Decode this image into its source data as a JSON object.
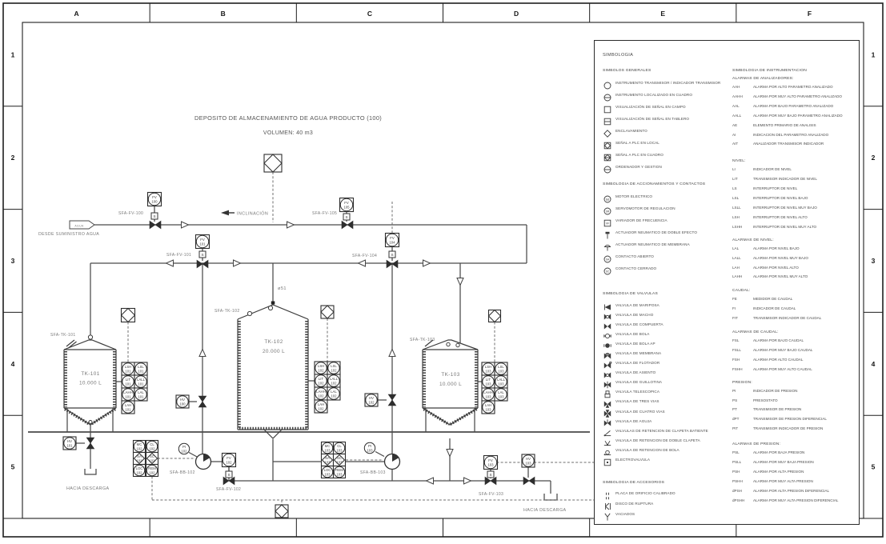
{
  "frame": {
    "cols": [
      "A",
      "B",
      "C",
      "D",
      "E",
      "F"
    ],
    "rows": [
      "1",
      "2",
      "3",
      "4",
      "5"
    ]
  },
  "title": {
    "line1": "DEPOSITO DE ALMACENAMIENTO DE AGUA PRODUCTO (100)",
    "line2": "VOLUMEN: 40 m3"
  },
  "diagram": {
    "s_label": "S",
    "labels": [
      "DESDE SUMINISTRO AGUA",
      "AGUA",
      "SFA-FV-100",
      "INCLINACIÓN",
      "SFA-FV-105",
      "SFA-FV-101",
      "SFA-FV-104",
      "SFA-TK-101",
      "SFA-TK-102",
      "SFA-TK-103",
      "TK-101",
      "10.000 L",
      "TK-102",
      "20.000 L",
      "TK-103",
      "10.000 L",
      "ø51",
      "SFA-BB-102",
      "SFA-BB-103",
      "SFA-FV-102",
      "SFA-FV-103",
      "HACIA DESCARGA",
      "HACIA DESCARGA"
    ],
    "bubbles": [
      {
        "l1": "FV",
        "l2": "100"
      },
      {
        "l1": "FV",
        "l2": "101"
      },
      {
        "l1": "FV",
        "l2": "105"
      },
      {
        "l1": "FV",
        "l2": "104"
      },
      {
        "l1": "FV",
        "l2": "102"
      },
      {
        "l1": "FV",
        "l2": "103"
      },
      {
        "l1": "HV",
        "l2": "100"
      },
      {
        "l1": "HV",
        "l2": "102"
      },
      {
        "l1": "HV",
        "l2": "101"
      },
      {
        "l1": "HV",
        "l2": "103"
      },
      {
        "l1": "PI",
        "l2": "102"
      },
      {
        "l1": "PI",
        "l2": "103"
      },
      {
        "l1": "LSH",
        "l2": "101"
      },
      {
        "l1": "LSL",
        "l2": "101"
      },
      {
        "l1": "LIT",
        "l2": "101"
      },
      {
        "l1": "LALL",
        "l2": "101"
      },
      {
        "l1": "LAHH",
        "l2": "101"
      },
      {
        "l1": "LAL",
        "l2": "101"
      },
      {
        "l1": "LAH",
        "l2": "101"
      },
      {
        "l1": "LSH",
        "l2": "102"
      },
      {
        "l1": "LSL",
        "l2": "102"
      },
      {
        "l1": "LIT",
        "l2": "102"
      },
      {
        "l1": "LALL",
        "l2": "102"
      },
      {
        "l1": "LAHH",
        "l2": "102"
      },
      {
        "l1": "LAL",
        "l2": "102"
      },
      {
        "l1": "LAH",
        "l2": "102"
      },
      {
        "l1": "LSH",
        "l2": "103"
      },
      {
        "l1": "LSL",
        "l2": "103"
      },
      {
        "l1": "LIT",
        "l2": "103"
      },
      {
        "l1": "LALL",
        "l2": "103"
      },
      {
        "l1": "LAHH",
        "l2": "103"
      },
      {
        "l1": "LAL",
        "l2": "103"
      },
      {
        "l1": "LAH",
        "l2": "103"
      },
      {
        "l1": "MC",
        "l2": "102"
      },
      {
        "l1": "CL",
        "l2": "102"
      },
      {
        "l1": "SA",
        "l2": "102"
      },
      {
        "l1": "SC",
        "l2": "102"
      },
      {
        "l1": "LOC",
        "l2": "102"
      },
      {
        "l1": "REM",
        "l2": "102"
      },
      {
        "l1": "MC",
        "l2": "103"
      },
      {
        "l1": "CL",
        "l2": "103"
      },
      {
        "l1": "SA",
        "l2": "103"
      },
      {
        "l1": "SC",
        "l2": "103"
      },
      {
        "l1": "LOC",
        "l2": "103"
      },
      {
        "l1": "REM",
        "l2": "103"
      }
    ]
  },
  "legend": {
    "title": "SIMBOLOGIA",
    "left_sections": [
      {
        "heading": "SIMBOLOS GENERALES",
        "items": [
          {
            "glyph": "circle",
            "label": "INSTRUMENTO TRANSMISOR / INDICADOR TRANSMISOR"
          },
          {
            "glyph": "circle-h",
            "label": "INSTRUMENTO LOCALIZADO EN CUADRO"
          },
          {
            "glyph": "square",
            "label": "VISUALIZACIÓN DE SEÑAL EN CAMPO"
          },
          {
            "glyph": "square-h",
            "label": "VISUALIZACIÓN DE SEÑAL EN TABLERO"
          },
          {
            "glyph": "diamond",
            "label": "ENCLAVAMIENTO"
          },
          {
            "glyph": "sq-diamond",
            "label": "SEÑAL A PLC EN LOCAL"
          },
          {
            "glyph": "sq-diamond-h",
            "label": "SEÑAL A PLC EN CUADRO"
          },
          {
            "glyph": "circle-h",
            "label": "ORDENADOR Y GESTION"
          }
        ]
      },
      {
        "heading": "SIMBOLOGIA DE ACCIONAMIENTOS Y CONTACTOS",
        "items": [
          {
            "glyph": "circ-M",
            "label": "MOTOR ELECTRICO"
          },
          {
            "glyph": "circ-SR",
            "label": "SERVOMOTOR DE REGULACION"
          },
          {
            "glyph": "box-VF",
            "label": "VARIADOR DE FRECUENCIA"
          },
          {
            "glyph": "piston",
            "label": "ACTUADOR NEUMATICO DE DOBLE EFECTO"
          },
          {
            "glyph": "membrane",
            "label": "ACTUADOR NEUMATICO DE MEMBRANA"
          },
          {
            "glyph": "circ-SA",
            "label": "CONTACTO ABIERTO"
          },
          {
            "glyph": "circ-SC",
            "label": "CONTACTO CERRADO"
          }
        ]
      },
      {
        "heading": "SIMBOLOGIA DE VALVULAS",
        "items": [
          {
            "glyph": "bfly",
            "label": "VALVULA DE MARIPOSA"
          },
          {
            "glyph": "bowtie-dot",
            "label": "VALVULA DE MACHO"
          },
          {
            "glyph": "bowtie",
            "label": "VALVULA DE COMPUERTA"
          },
          {
            "glyph": "ball",
            "label": "VALVULA DE BOLA"
          },
          {
            "glyph": "ball-f",
            "label": "VALVULA DE BOLA AP"
          },
          {
            "glyph": "bowtie-dome",
            "label": "VALVULA DE MEMBRANA"
          },
          {
            "glyph": "bowtie-float",
            "label": "VALVULA DE FLOTADOR"
          },
          {
            "glyph": "bowtie-dot",
            "label": "VALVULA DE ASIENTO"
          },
          {
            "glyph": "bowtie-knife",
            "label": "VALVULA DE GUILLOTINA"
          },
          {
            "glyph": "tele",
            "label": "VALVULA TELESCOPICA"
          },
          {
            "glyph": "tri3",
            "label": "VALVULA DE TRES VIAS"
          },
          {
            "glyph": "tri4",
            "label": "VALVULA DE CUATRO VIAS"
          },
          {
            "glyph": "bowtie-needle",
            "label": "VALVULA DE AGUJA"
          },
          {
            "glyph": "check1",
            "label": "VALVULAS DE RETENCION DE CLAPETA BATIENTE"
          },
          {
            "glyph": "check2",
            "label": "VALVULA DE RETENCION DE DOBLE CLAPETA"
          },
          {
            "glyph": "checkb",
            "label": "VALVULA DE RETENCION DE BOLA"
          },
          {
            "glyph": "sq-dot",
            "label": "ELECTROVALVULA"
          }
        ]
      },
      {
        "heading": "SIMBOLOGIA DE ACCESORIOS",
        "items": [
          {
            "glyph": "orifice",
            "label": "PLACA DE ORIFICIO CALIBRADO"
          },
          {
            "glyph": "disc",
            "label": "DISCO DE RUPTURA"
          },
          {
            "glyph": "drainy",
            "label": "VACIADOS"
          }
        ]
      }
    ],
    "right_title": "SIMBOLOGIA DE INSTRUMENTACION",
    "right_sections": [
      {
        "heading": "ALARMAS DE ANALIZADORES:",
        "rows": [
          [
            "AAH",
            "ALARMA POR ALTO PARAMETRO ANALIZADO"
          ],
          [
            "AAHH",
            "ALARMA POR MUY ALTO PARAMETRO ANALIZADO"
          ],
          [
            "AAL",
            "ALARMA POR BAJO PARAMETRO ANALIZADO"
          ],
          [
            "AALL",
            "ALARMA POR MUY BAJO PARAMETRO ANALIZADO"
          ],
          [
            "AE",
            "ELEMENTO PRIMARIO DE ANALISIS"
          ],
          [
            "AI",
            "INDICACION DEL PARAMETRO ANALIZADO"
          ],
          [
            "AIT",
            "ANALIZADOR TRANSMISOR INDICADOR"
          ]
        ]
      },
      {
        "heading": "NIVEL:",
        "rows": [
          [
            "LI",
            "INDICADOR DE NIVEL"
          ],
          [
            "LIT",
            "TRANSMISOR INDICADOR DE NIVEL"
          ],
          [
            "LS",
            "INTERRUPTOR DE NIVEL"
          ],
          [
            "LSL",
            "INTERRUPTOR DE NIVEL BAJO"
          ],
          [
            "LSLL",
            "INTERRUPTOR DE NIVEL MUY BAJO"
          ],
          [
            "LSH",
            "INTERRUPTOR DE NIVEL ALTO"
          ],
          [
            "LSHH",
            "INTERRUPTOR DE NIVEL MUY ALTO"
          ]
        ]
      },
      {
        "heading": "ALARMAS DE NIVEL:",
        "rows": [
          [
            "LAL",
            "ALARMA POR NIVEL BAJO"
          ],
          [
            "LALL",
            "ALARMA POR NIVEL MUY BAJO"
          ],
          [
            "LAH",
            "ALARMA POR NIVEL ALTO"
          ],
          [
            "LAHH",
            "ALARMA POR NIVEL MUY ALTO"
          ]
        ]
      },
      {
        "heading": "CAUDAL:",
        "rows": [
          [
            "FE",
            "MEDIDOR DE CAUDAL"
          ],
          [
            "FI",
            "INDICADOR DE CAUDAL"
          ],
          [
            "FIT",
            "TRANSMISOR INDICADOR DE CAUDAL"
          ]
        ]
      },
      {
        "heading": "ALARMAS DE CAUDAL:",
        "rows": [
          [
            "FSL",
            "ALARMA POR BAJO CAUDAL"
          ],
          [
            "FSLL",
            "ALARMA POR MUY BAJO CAUDAL"
          ],
          [
            "FSH",
            "ALARMA POR ALTO CAUDAL"
          ],
          [
            "FSHH",
            "ALARMA POR MUY ALTO CAUDAL"
          ]
        ]
      },
      {
        "heading": "PRESION:",
        "rows": [
          [
            "PI",
            "INDICADOR DE PRESION"
          ],
          [
            "PS",
            "PRESOSTATO"
          ],
          [
            "PT",
            "TRANSMISOR DE PRESION"
          ],
          [
            "dPT",
            "TRANSMISOR DE PRESION DIFERENCIAL"
          ],
          [
            "PIT",
            "TRANSMISOR INDICADOR DE PRESION"
          ]
        ]
      },
      {
        "heading": "ALARMAS DE PRESION:",
        "rows": [
          [
            "PSL",
            "ALARMA POR BAJA PRESION"
          ],
          [
            "PSLL",
            "ALARMA POR MUY BAJA PRESION"
          ],
          [
            "PSH",
            "ALARMA POR ALTA PRESION"
          ],
          [
            "PSHH",
            "ALARMA POR MUY ALTA PRESION"
          ],
          [
            "dPSH",
            "ALARMA POR ALTA PRESION DIFERENCIAL"
          ],
          [
            "dPSHH",
            "ALARMA POR MUY ALTA PRESION DIFERENCIAL"
          ]
        ]
      }
    ]
  }
}
